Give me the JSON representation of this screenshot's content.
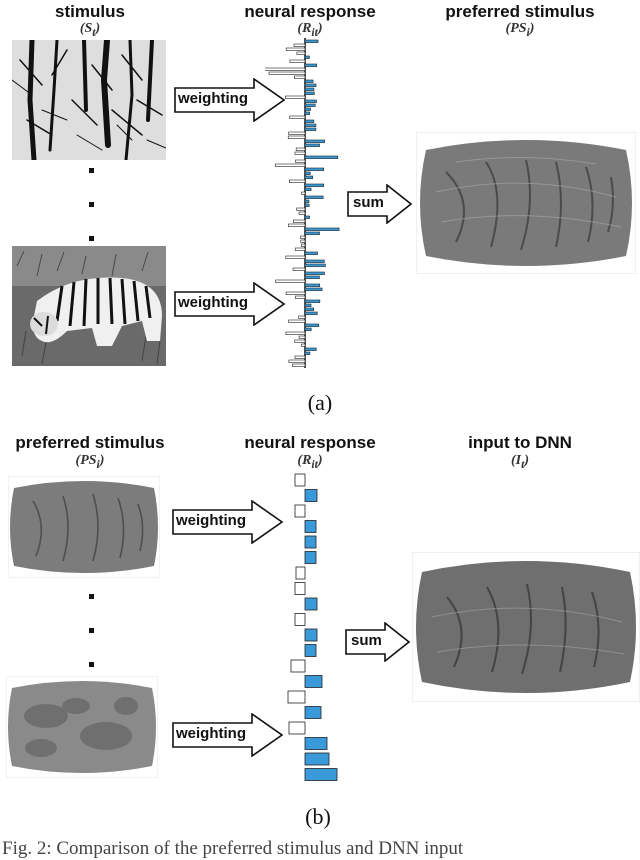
{
  "panel_a": {
    "col1_title": "stimulus",
    "col1_sub": "(S",
    "col1_sub_idx": "t",
    "col2_title": "neural response",
    "col2_sub": "(R",
    "col2_sub_idx": "it",
    "col3_title": "preferred stimulus",
    "col3_sub": "(PS",
    "col3_sub_idx": "i",
    "arrow1": "weighting",
    "arrow2": "weighting",
    "arrow_sum": "sum",
    "label": "(a)"
  },
  "panel_b": {
    "col1_title": "preferred stimulus",
    "col1_sub": "(PS",
    "col1_sub_idx": "i",
    "col2_title": "neural response",
    "col2_sub": "(R",
    "col2_sub_idx": "it",
    "col3_title": "input to DNN",
    "col3_sub": "(I",
    "col3_sub_idx": "t",
    "arrow1": "weighting",
    "arrow2": "weighting",
    "arrow_sum": "sum",
    "label": "(b)"
  },
  "caption": "Fig. 2: Comparison of the preferred stimulus and DNN input",
  "colors": {
    "bar_blue": "#3a9ad9",
    "bar_outline": "#222222",
    "image_bg": "#777777"
  }
}
